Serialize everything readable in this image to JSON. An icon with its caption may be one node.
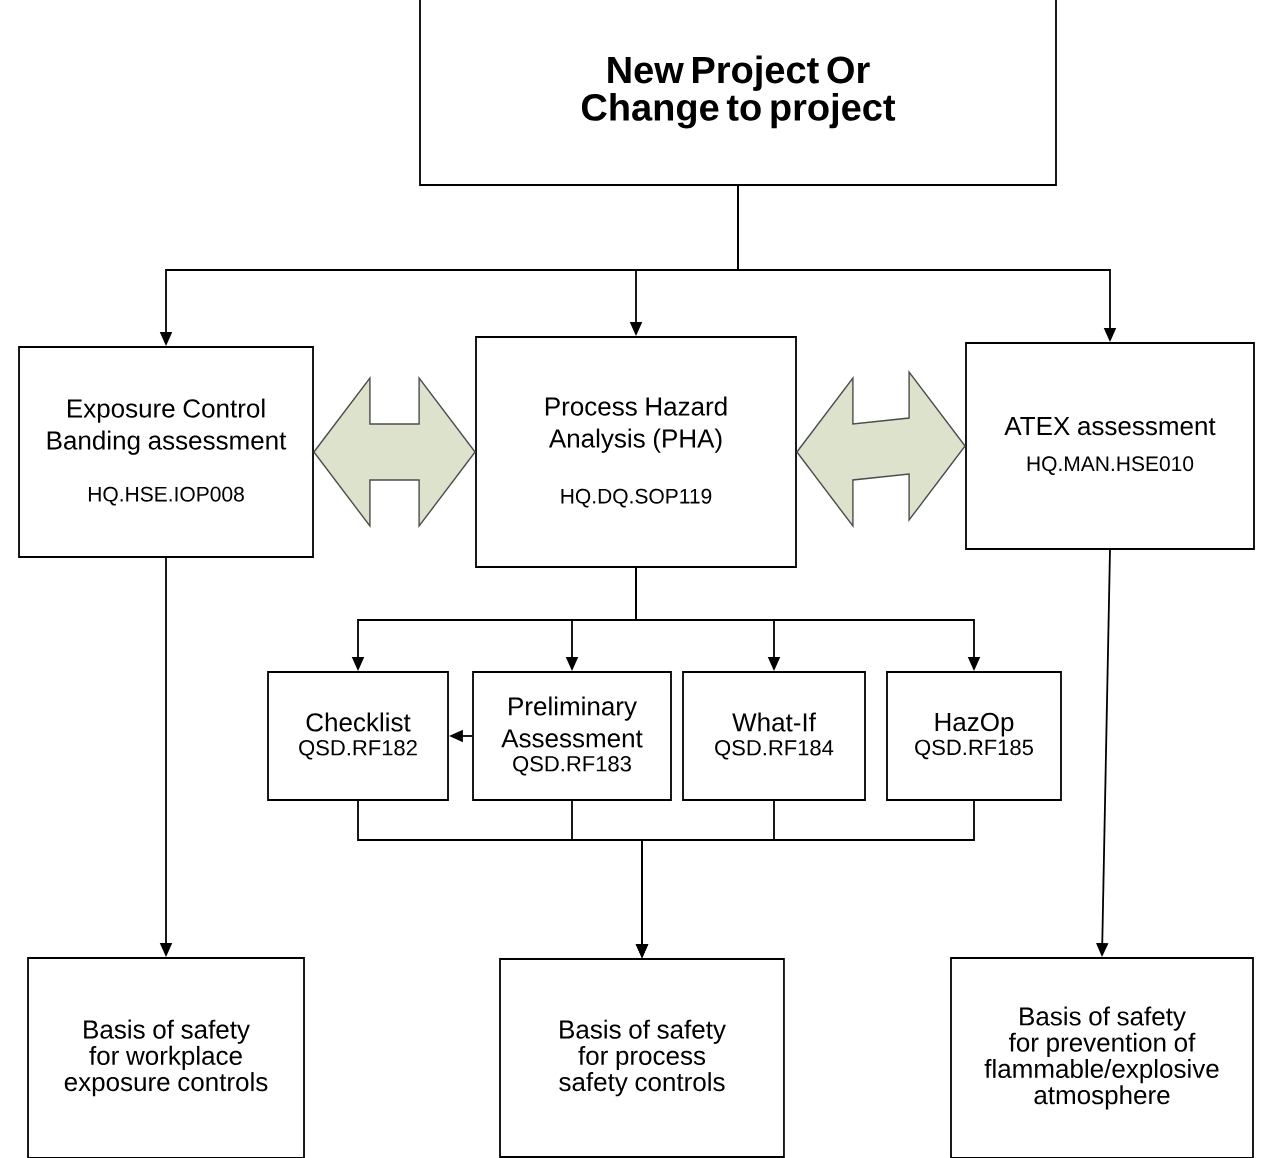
{
  "diagram": {
    "nodes": [
      {
        "text": [
          "New Project Or Change to project"
        ]
      },
      {
        "text": [
          "Exposure Control Banding assessment",
          "HQ.HSE.IOP008"
        ]
      },
      {
        "text": [
          "Process Hazard Analysis (PHA)",
          "HQ.DQ.SOP119"
        ]
      },
      {
        "text": [
          "ATEX assessment",
          "HQ.MAN.HSE010"
        ]
      },
      {
        "text": [
          "Checklist",
          "QSD.RF182"
        ]
      },
      {
        "text": [
          "Preliminary Assessment",
          "QSD.RF183"
        ]
      },
      {
        "text": [
          "What-If",
          "QSD.RF184"
        ]
      },
      {
        "text": [
          "HazOp",
          "QSD.RF185"
        ]
      },
      {
        "text": [
          "Basis of safety for workplace exposure controls"
        ]
      },
      {
        "text": [
          "Basis of safety for process safety controls"
        ]
      },
      {
        "text": [
          "Basis of safety for prevention of flammable/explosive atmosphere"
        ]
      }
    ],
    "edges": [
      {
        "from": 0,
        "to": 1,
        "arrow": "to"
      },
      {
        "from": 0,
        "to": 2,
        "arrow": "to"
      },
      {
        "from": 0,
        "to": 3,
        "arrow": "to"
      },
      {
        "from": 1,
        "to": 2,
        "arrow": "both",
        "style": "thick",
        "color": "#dde2cc"
      },
      {
        "from": 2,
        "to": 3,
        "arrow": "both",
        "style": "thick",
        "color": "#dde2cc"
      },
      {
        "from": 2,
        "to": 4,
        "arrow": "to"
      },
      {
        "from": 2,
        "to": 5,
        "arrow": "to"
      },
      {
        "from": 2,
        "to": 6,
        "arrow": "to"
      },
      {
        "from": 2,
        "to": 7,
        "arrow": "to"
      },
      {
        "from": 5,
        "to": 4,
        "arrow": "to"
      },
      {
        "from": 4,
        "to": 9,
        "arrow": "to"
      },
      {
        "from": 5,
        "to": 9,
        "arrow": "to"
      },
      {
        "from": 6,
        "to": 9,
        "arrow": "to"
      },
      {
        "from": 7,
        "to": 9,
        "arrow": "to"
      },
      {
        "from": 1,
        "to": 8,
        "arrow": "to"
      },
      {
        "from": 3,
        "to": 10,
        "arrow": "to"
      }
    ]
  }
}
